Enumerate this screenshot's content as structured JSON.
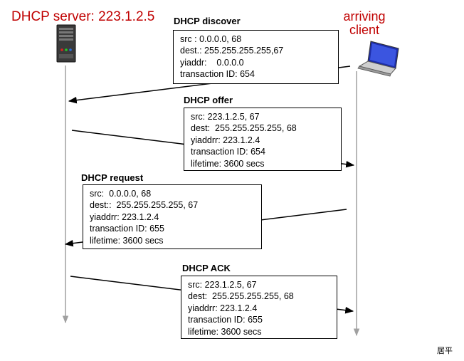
{
  "server": {
    "title": "DHCP server: 223.1.2.5"
  },
  "client": {
    "title_line1": "arriving",
    "title_line2": "client"
  },
  "messages": [
    {
      "title": "DHCP discover",
      "lines": [
        "src : 0.0.0.0, 68",
        "dest.: 255.255.255.255,67",
        "yiaddr:    0.0.0.0",
        "transaction ID: 654"
      ]
    },
    {
      "title": "DHCP offer",
      "lines": [
        "src: 223.1.2.5, 67",
        "dest:  255.255.255.255, 68",
        "yiaddrr: 223.1.2.4",
        "transaction ID: 654",
        "lifetime: 3600 secs"
      ]
    },
    {
      "title": "DHCP request",
      "lines": [
        "src:  0.0.0.0, 68",
        "dest::  255.255.255.255, 67",
        "yiaddrr: 223.1.2.4",
        "transaction ID: 655",
        "lifetime: 3600 secs"
      ]
    },
    {
      "title": "DHCP ACK",
      "lines": [
        "src: 223.1.2.5, 67",
        "dest:  255.255.255.255, 68",
        "yiaddrr: 223.1.2.4",
        "transaction ID: 655",
        "lifetime: 3600 secs"
      ]
    }
  ],
  "footer": {
    "text": "居平"
  },
  "colors": {
    "title_red": "#c00000",
    "timeline_gray": "#a0a0a0"
  },
  "icons": {
    "server": "server-tower-icon",
    "client": "laptop-icon"
  }
}
